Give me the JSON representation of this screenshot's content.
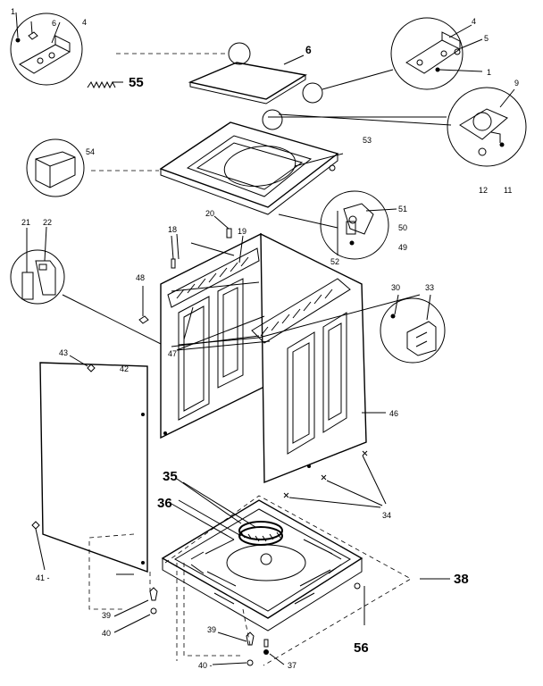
{
  "diagram": {
    "callouts": {
      "c1a": "1",
      "c6a": "6",
      "c4a": "4",
      "c55": "55",
      "c6b": "6",
      "c4b": "4",
      "c5": "5",
      "c1b": "1",
      "c9": "9",
      "c12": "12",
      "c11": "11",
      "c54": "54",
      "c53": "53",
      "c21": "21",
      "c22": "22",
      "c20": "20",
      "c18": "18",
      "c19": "19",
      "c51": "51",
      "c50": "50",
      "c52": "52",
      "c49": "49",
      "c48": "48",
      "c30": "30",
      "c33": "33",
      "c47": "47",
      "c43": "43",
      "c42": "42",
      "c46": "46",
      "c35": "35",
      "c36": "36",
      "c34": "34",
      "c38": "38",
      "c41": "41 -",
      "c39a": "39",
      "c40a": "40",
      "c39b": "39",
      "c40b": "40 -",
      "c56": "56",
      "c37": "37"
    }
  }
}
